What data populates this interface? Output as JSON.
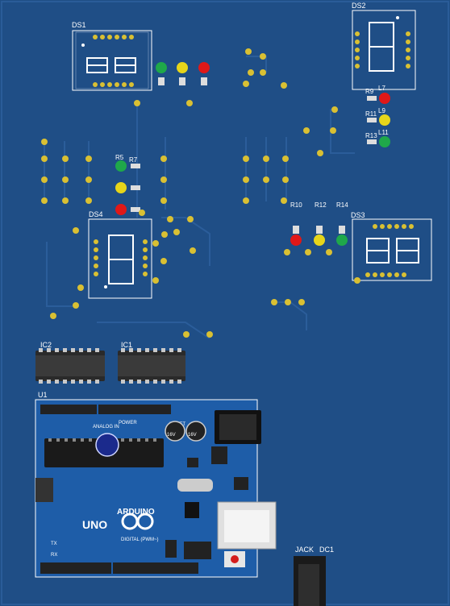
{
  "board": {
    "background": "#1f4e86",
    "pad_color": "#d9c033",
    "silk_color": "#ffffff"
  },
  "displays": {
    "ds1": "DS1",
    "ds2": "DS2",
    "ds3": "DS3",
    "ds4": "DS4"
  },
  "ics": {
    "ic1": "IC1",
    "ic2": "IC2"
  },
  "labels": {
    "u1": "U1",
    "jack": "JACK",
    "dc1": "DC1",
    "r10": "R10",
    "r12": "R12",
    "r14": "R14",
    "r9": "R9",
    "r11": "R11",
    "r13": "R13",
    "l7": "L7",
    "l9": "L9",
    "l11": "L11",
    "r5": "R5",
    "r7": "R7"
  },
  "arduino": {
    "brand": "ARDUINO",
    "model": "UNO",
    "analog_in": "ANALOG IN",
    "power": "POWER",
    "digital": "DIGITAL (PWM~)",
    "reset": "RESET",
    "cap_label": "16V",
    "tx": "TX",
    "rx": "RX"
  },
  "led_colors": {
    "red": "#e01818",
    "yellow": "#e6d51a",
    "green": "#1fa84a"
  }
}
